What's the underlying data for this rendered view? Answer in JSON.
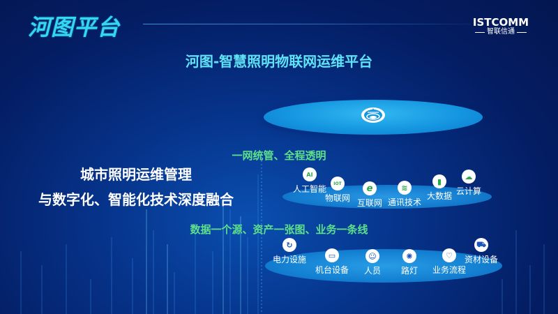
{
  "header": {
    "brand_title": "河图平台",
    "logo_en": "ISTCOMM",
    "logo_cn": "智联信通"
  },
  "subtitle": "河图-智慧照明物联网运维平台",
  "left_text": {
    "line1": "城市照明运维管理",
    "line2": "与数字化、智能化技术深度融合"
  },
  "layers": {
    "top": {
      "icon": "platform-logo-icon"
    },
    "middle": {
      "slogan": "一网统管、全程透明",
      "items": [
        {
          "label": "人工智能",
          "icon": "ai-chip-icon",
          "glyph": "AI"
        },
        {
          "label": "物联网",
          "icon": "iot-icon",
          "glyph": "IOT"
        },
        {
          "label": "互联网",
          "icon": "internet-e-icon",
          "glyph": "e"
        },
        {
          "label": "通讯技术",
          "icon": "communication-icon",
          "glyph": "≋"
        },
        {
          "label": "大数据",
          "icon": "bar-chart-icon",
          "glyph": "▮"
        },
        {
          "label": "云计算",
          "icon": "cloud-icon",
          "glyph": "☁"
        }
      ]
    },
    "bottom": {
      "slogan": "数据一个源、资产一张图、业务一条线",
      "items": [
        {
          "label": "电力设施",
          "icon": "power-facility-icon",
          "glyph": "↻"
        },
        {
          "label": "机台设备",
          "icon": "laptop-device-icon",
          "glyph": "▭"
        },
        {
          "label": "人员",
          "icon": "worker-icon",
          "glyph": "☺"
        },
        {
          "label": "路灯",
          "icon": "street-light-icon",
          "glyph": "✺"
        },
        {
          "label": "业务流程",
          "icon": "heart-process-icon",
          "glyph": "♡"
        },
        {
          "label": "资材设备",
          "icon": "truck-icon",
          "glyph": "⛟"
        }
      ]
    }
  },
  "colors": {
    "accent_cyan": "#37d6f0",
    "slogan_green": "#5ee08a",
    "background": "#041d63"
  }
}
